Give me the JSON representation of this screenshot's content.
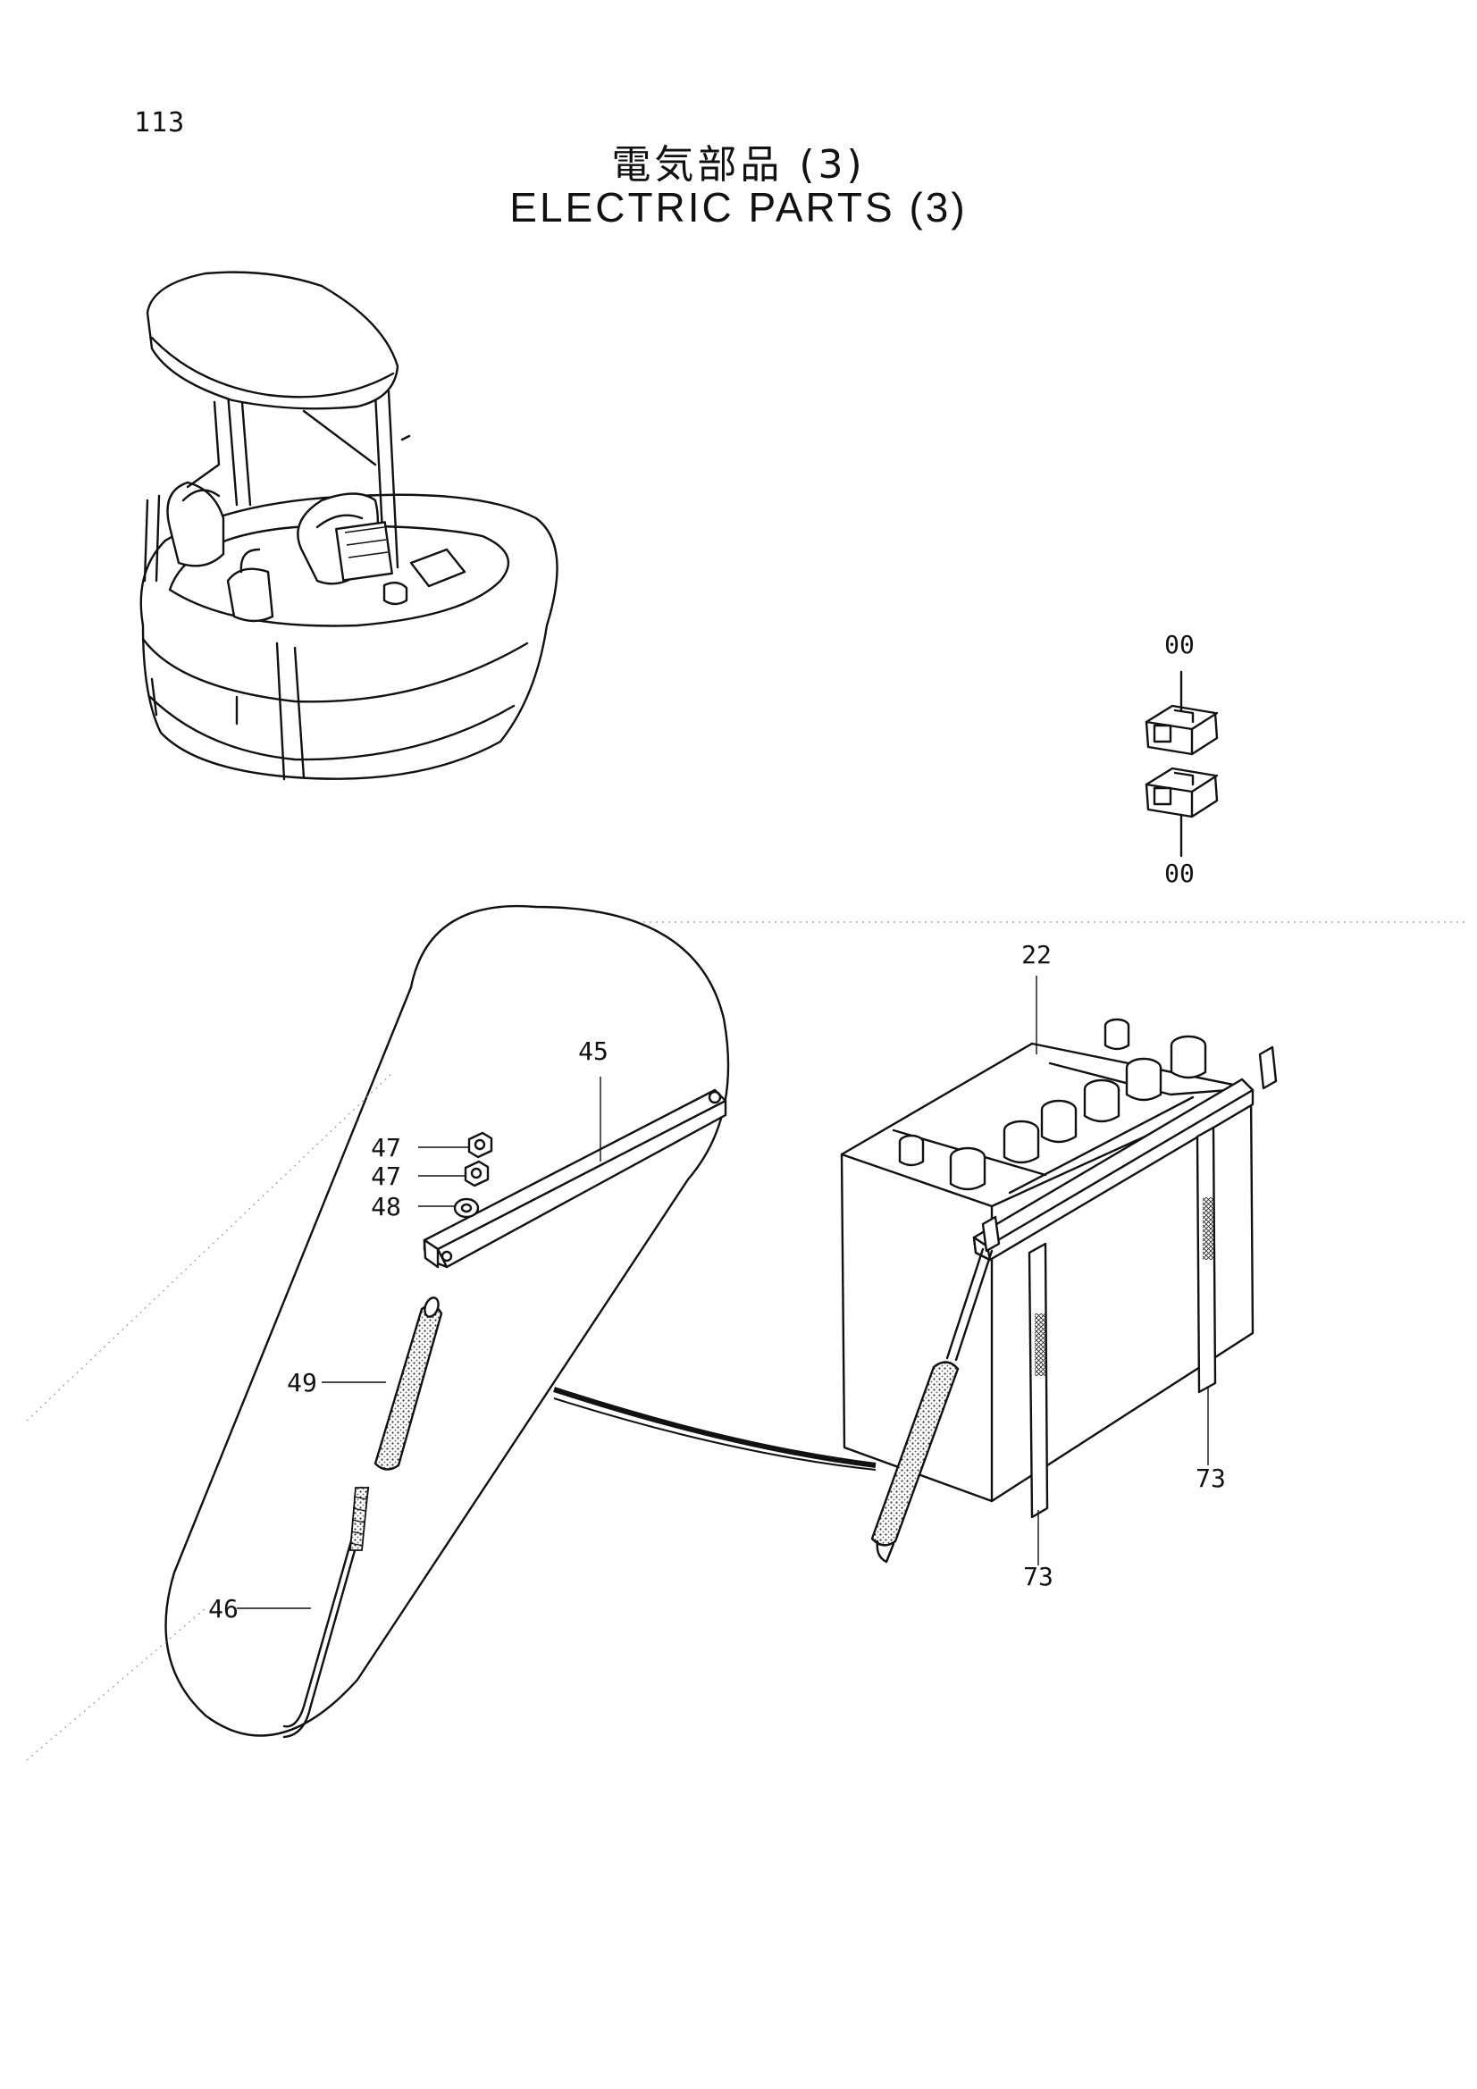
{
  "page_number": "113",
  "title_jp": "電気部品 (3)",
  "title_en": "ELECTRIC PARTS (3)",
  "callouts": {
    "c00_top": "00",
    "c00_bottom": "00",
    "c22": "22",
    "c45": "45",
    "c47a": "47",
    "c47b": "47",
    "c48": "48",
    "c49": "49",
    "c46": "46",
    "c73_right": "73",
    "c73_bottom": "73"
  }
}
